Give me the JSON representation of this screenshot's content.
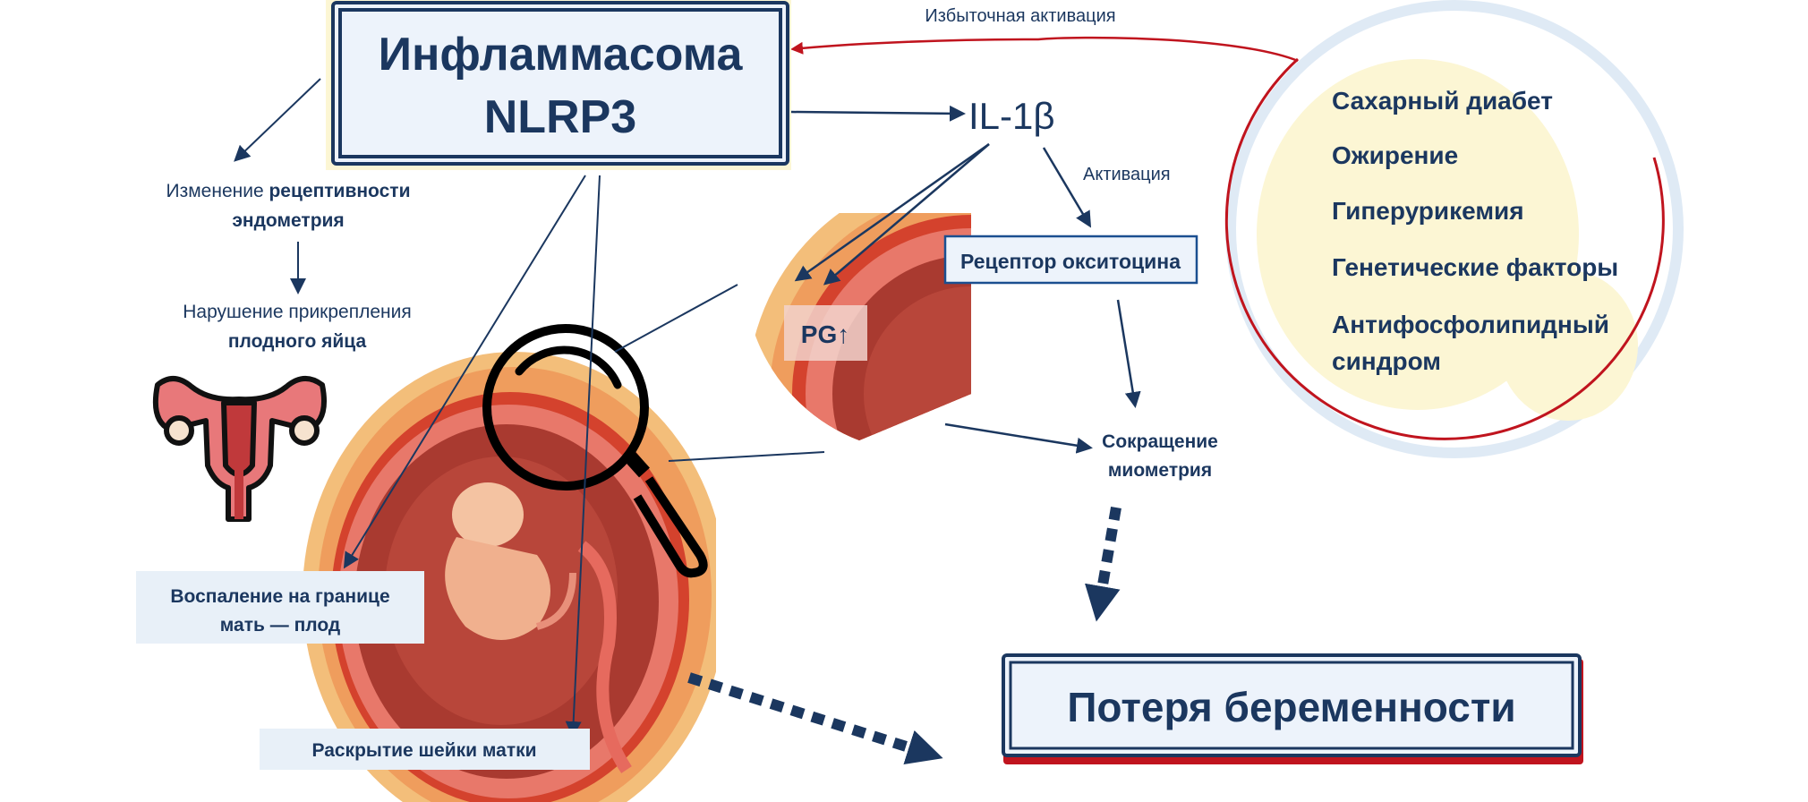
{
  "colors": {
    "navy": "#1b375f",
    "red": "#c0141e",
    "box_fill": "#edf3fb",
    "ring": "#dfeaf5",
    "yellow": "#fcf6d4"
  },
  "main_box": {
    "line1": "Инфламмасома",
    "line2": "NLRP3"
  },
  "top_label": "Избыточная активация",
  "il1b": "IL-1β",
  "activation_label": "Активация",
  "receptor_box": "Рецептор  окситоцина",
  "pg_label": "PG↑",
  "myometrium": {
    "line1": "Сокращение",
    "line2": "миометрия"
  },
  "receptivity": {
    "prefix": "Изменение ",
    "bold": "рецептивности",
    "line2": "эндометрия"
  },
  "attachment": {
    "line1": "Нарушение прикрепления",
    "line2": "плодного  яйца"
  },
  "inflammation_box": {
    "line1": "Воспаление на границе",
    "line2": "мать — плод"
  },
  "cervix_box": "Раскрытие шейки матки",
  "outcome_box": "Потеря беременности",
  "risk_factors": [
    "Сахарный диабет",
    "Ожирение",
    "Гиперурикемия",
    "Генетические факторы",
    "Антифосфолипидный",
    "синдром"
  ]
}
